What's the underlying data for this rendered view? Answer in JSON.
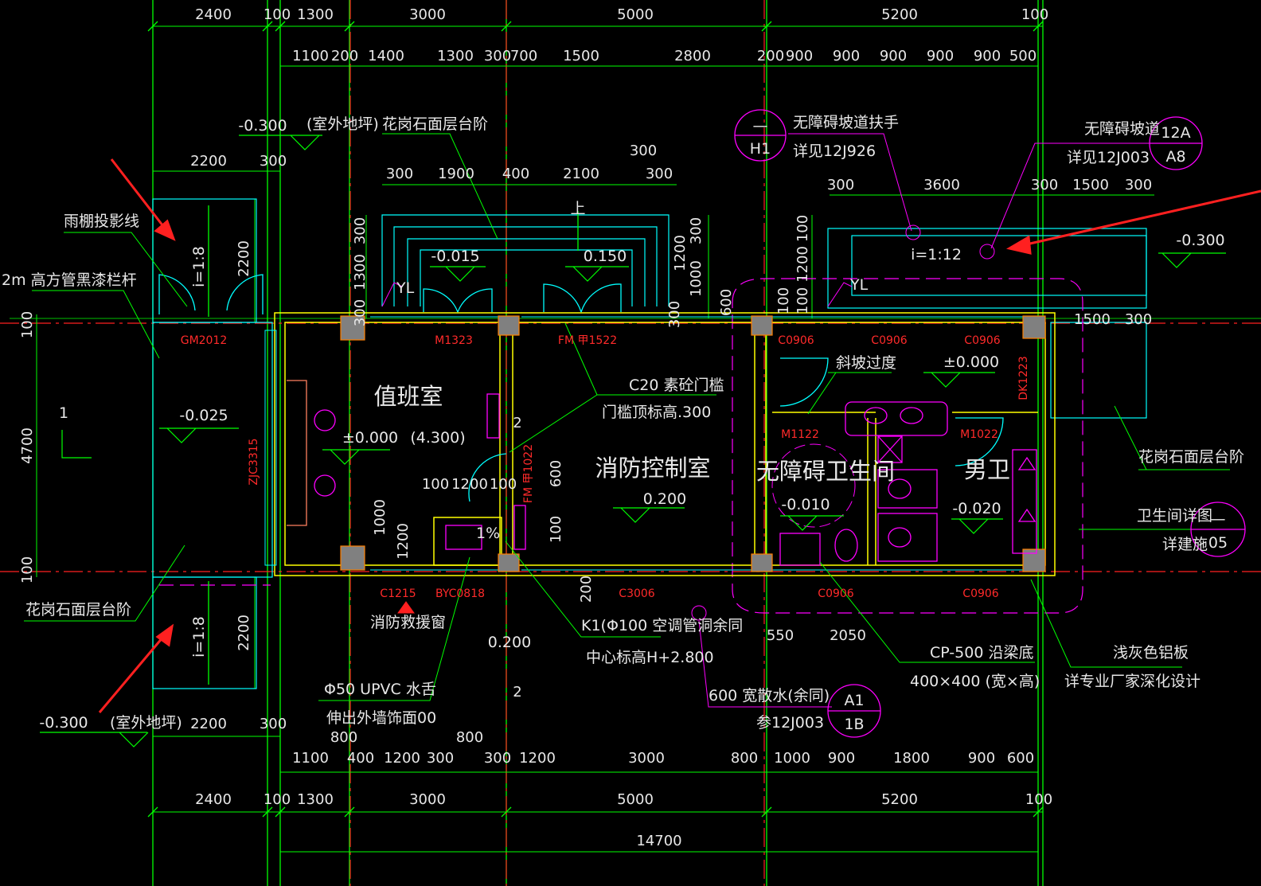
{
  "dimensions": {
    "top_row1": [
      "2400",
      "100",
      "1300",
      "3000",
      "5000",
      "5200",
      "100"
    ],
    "top_row2": [
      "1100",
      "200",
      "1400",
      "1300",
      "300",
      "700",
      "1500",
      "2800",
      "200",
      "900",
      "900",
      "900",
      "900",
      "900",
      "500"
    ],
    "top_row3_left": [
      "2200",
      "300"
    ],
    "top_row3_mid": [
      "300",
      "1900",
      "400",
      "2100",
      "300",
      "300"
    ],
    "top_row3_right": [
      "300",
      "3600",
      "300",
      "1500",
      "300"
    ],
    "bottom_row1": [
      "1100",
      "400",
      "1200",
      "300",
      "300",
      "1200",
      "3000",
      "800",
      "1000",
      "900",
      "1800",
      "900",
      "600"
    ],
    "bottom_row2": [
      "2400",
      "100",
      "1300",
      "3000",
      "5000",
      "5200",
      "100"
    ],
    "bottom_total": "14700",
    "left_vertical": [
      "100",
      "4700",
      "100"
    ],
    "ramp_left": [
      "2200",
      "2200"
    ],
    "vertical_mid": [
      "300",
      "1300",
      "300",
      "300",
      "1000",
      "300",
      "600",
      "100",
      "1200",
      "100"
    ],
    "misc": [
      "2200",
      "300",
      "1500",
      "300",
      "100",
      "1200",
      "800",
      "100",
      "1000",
      "1200",
      "600",
      "550",
      "2050",
      "100",
      "1200",
      "100",
      "800",
      "200",
      "2",
      "2"
    ]
  },
  "rooms": {
    "duty_room": "值班室",
    "fire_control_room": "消防控制室",
    "accessible_wc": "无障碍卫生间",
    "male_wc": "男卫"
  },
  "elevations": {
    "outdoor_top": "-0.300",
    "outdoor_bottom": "-0.300",
    "outdoor_right": "-0.300",
    "entry_1": "-0.015",
    "entry_2": "0.150",
    "left_porch": "-0.025",
    "duty_floor": "±0.000",
    "duty_floor_alt": "(4.300)",
    "fire_control_floor": "0.200",
    "wc_floor": "±0.000",
    "accessible_wc_floor": "-0.010",
    "male_wc_floor": "-0.020",
    "sill_elev": "0.200"
  },
  "labels": {
    "outdoor_ground_top": "(室外地坪)",
    "granite_steps_top": "花岗石面层台阶",
    "canopy_line": "雨棚投影线",
    "railing": "2m  高方管黑漆栏杆",
    "granite_steps_left": "花岗石面层台阶",
    "granite_steps_right": "花岗石面层台阶",
    "ramp_handrail": "无障碍坡道扶手",
    "ramp_handrail_ref": "详见12J926",
    "ramp": "无障碍坡道",
    "ramp_ref": "详见12J003",
    "slope_transition": "斜坡过度",
    "up": "上",
    "ramp_slope": "i=1:12",
    "slope_left_top": "i=1:8",
    "slope_left_bottom": "i=1:8",
    "sill": "C20  素砼门槛",
    "sill_top": "门槛顶标高.300",
    "fire_rescue_window": "消防救援窗",
    "ac_hole": "K1(Φ100   空调管洞余同",
    "ac_hole_center": "中心标高H+2.800",
    "drain_pipe": "Φ50 UPVC   水舌",
    "drain_pipe_2": "伸出外墙饰面00",
    "apron": "600   宽散水(余同)",
    "apron_ref": "参12J003",
    "gutter": "CP-500    沿梁底",
    "gutter_size": "400×400      (宽×高)",
    "aluminum": "浅灰色铝板",
    "aluminum_2": "详专业厂家深化设计",
    "wc_detail": "卫生间详图",
    "wc_detail_ref": "详建施",
    "outdoor_ground_bottom": "(室外地坪)",
    "axis_1": "1",
    "yl": "YL",
    "yl2": "YL",
    "pct": "1%"
  },
  "callouts": {
    "h1_top": "—",
    "h1_bottom": "H1",
    "a8_top": "12A",
    "a8_bottom": "A8",
    "b1_top": "A1",
    "b1_bottom": "1B",
    "d05_top": "—",
    "d05_bottom": "05"
  },
  "door_window_tags": {
    "gm2012": "GM2012",
    "m1323": "M1323",
    "fm1522": "FM 甲1522",
    "c0906_1": "C0906",
    "c0906_2": "C0906",
    "c0906_3": "C0906",
    "dk1223": "DK1223",
    "m1122": "M1122",
    "m1022": "M1022",
    "zjc3315": "ZJC3315",
    "fm1022": "FM 甲1022",
    "c1215": "C1215",
    "byc0818": "BYC0818",
    "c3006": "C3006",
    "c0906_4": "C0906",
    "c0906_5": "C0906"
  },
  "colors": {
    "background": "#000000",
    "axis_green": "#00ff00",
    "axis_red": "#ff2020",
    "wall_yellow": "#ffff00",
    "cyan": "#00ffff",
    "magenta": "#ff00ff",
    "door_tag_red": "#ff2a2a",
    "arrow_red": "#ff2020",
    "column_gray": "#808080"
  }
}
